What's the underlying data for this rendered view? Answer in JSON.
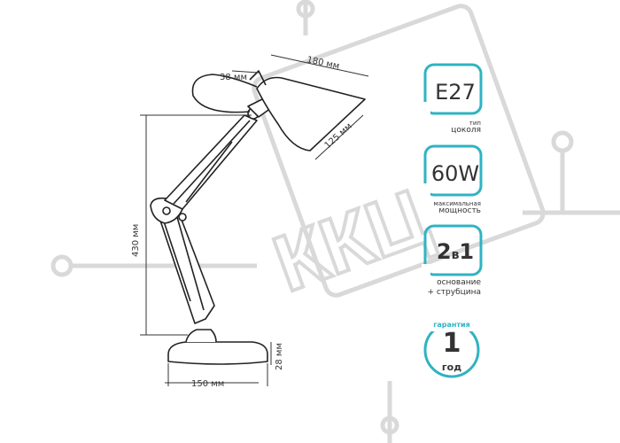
{
  "dimensions": {
    "width_top": "180 мм",
    "shade": "125 мм",
    "arm": "38 мм",
    "height": "430 мм",
    "base_width": "150 мм",
    "base_height": "28 мм"
  },
  "watermark": "ККЦ",
  "specs": [
    {
      "value": "E27",
      "label_small": "тип",
      "label": "цоколя"
    },
    {
      "value": "60W",
      "label_small": "максимальная",
      "label": "мощность"
    },
    {
      "value": "2",
      "value_suffix": "в",
      "value_end": "1",
      "label_small": "основание",
      "label": "+ струбцина"
    }
  ],
  "warranty": {
    "top": "гарантия",
    "number": "1",
    "unit": "год"
  },
  "colors": {
    "accent": "#2fb3c2",
    "line": "#222222",
    "watermark": "#d9d9d9"
  }
}
